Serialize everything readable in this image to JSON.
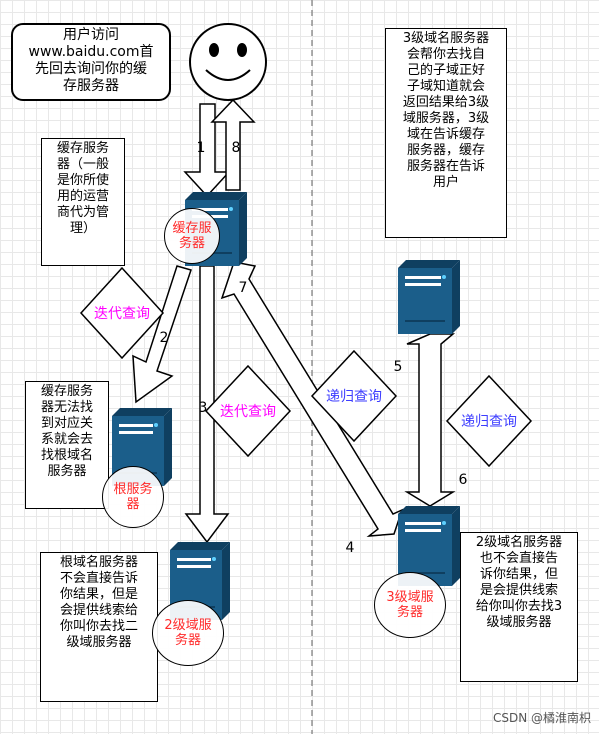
{
  "colors": {
    "server_body": "#1b5e8a",
    "server_side": "#0f3f60",
    "server_led": "#5fd1ff",
    "smiley": "#ffffff",
    "iterative_query_text": "#ff00ff",
    "recursive_query_text": "#3d3dff",
    "server_label_text": "#ff2a2a"
  },
  "notes": {
    "user": "用户访问\nwww.baidu.com首\n先回去询问你的缓\n存服务器",
    "cache": "缓存服务\n器（一般\n是你所使\n用的运营\n商代为管\n理）",
    "root": "缓存服务\n器无法找\n到对应关\n系就会去\n找根域名\n服务器",
    "root_answer": "根域名服务器\n不会直接告诉\n你结果，但是\n会提供线索给\n你叫你去找二\n级域服务器",
    "level3": "3级域名服务器\n会帮你去找自\n己的子域正好\n子域知道就会\n返回结果给3级\n域服务器，3级\n域在告诉缓存\n服务器，缓存\n服务器在告诉\n用户",
    "level2": "2级域名服务器\n也不会直接告\n诉你结果，但\n是会提供线索\n给你叫你去找3\n级域服务器"
  },
  "servers": {
    "cache_label": "缓存服\n务器",
    "root_label": "根服务\n器",
    "level2_label": "2级域服\n务器",
    "level3_label": "3级域服\n务器"
  },
  "queries": {
    "iterative_1": "迭代查询",
    "iterative_2": "迭代查询",
    "recursive_1": "递归查询",
    "recursive_2": "递归查询"
  },
  "steps": {
    "s1": "1",
    "s2": "2",
    "s3": "3",
    "s4": "4",
    "s5": "5",
    "s6": "6",
    "s7": "7",
    "s8": "8"
  },
  "watermark": "CSDN @橘淮南枳"
}
